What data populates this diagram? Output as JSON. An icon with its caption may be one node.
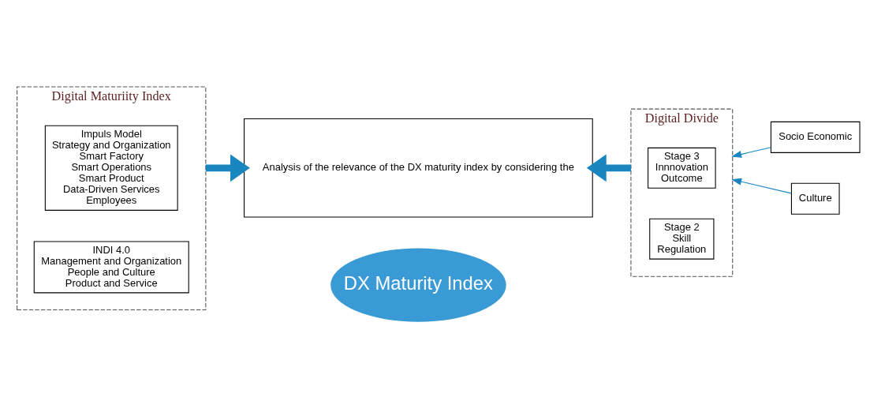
{
  "diagram": {
    "nodes": [
      {
        "text": [
          "Digital Maturiity Index"
        ]
      },
      {
        "text": [
          "Impuls Model",
          "Strategy and Organization",
          "Smart Factory",
          "Smart Operations",
          "Smart Product",
          "Data-Driven Services",
          "Employees"
        ],
        "in": 0
      },
      {
        "text": [
          "INDI 4.0",
          "Management and Organization",
          "People and Culture",
          "Product and Service"
        ],
        "in": 0
      },
      {
        "text": [
          "Digital Divide"
        ]
      },
      {
        "text": [
          "Stage 3",
          "Innnovation",
          "Outcome"
        ],
        "in": 3
      },
      {
        "text": [
          "Stage 2",
          "Skill",
          "Regulation"
        ],
        "in": 3
      },
      {
        "text": [
          "Analysis of the relevance of the DX maturity index by considering the"
        ]
      },
      {
        "text": [
          "DX Maturity Index"
        ]
      },
      {
        "text": [
          "Socio Economic"
        ]
      },
      {
        "text": [
          "Culture"
        ]
      }
    ],
    "edges": [
      {
        "from": 0,
        "to": 6,
        "arrow": "to",
        "style": "thick"
      },
      {
        "from": 3,
        "to": 6,
        "arrow": "to",
        "style": "thick"
      },
      {
        "from": 8,
        "to": 3,
        "arrow": "to"
      },
      {
        "from": 9,
        "to": 3,
        "arrow": "to"
      }
    ]
  }
}
